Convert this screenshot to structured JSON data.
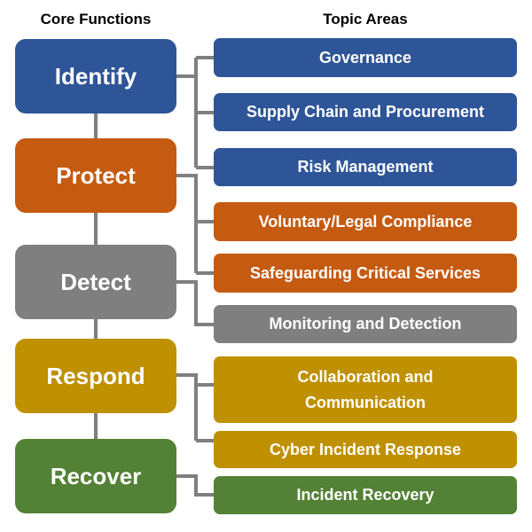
{
  "headers": {
    "core": "Core Functions",
    "topics": "Topic Areas"
  },
  "colors": {
    "identify": "#2e5597",
    "protect": "#c55a11",
    "detect": "#7f7f7f",
    "respond": "#bf9000",
    "recover": "#538135",
    "connector": "#7f7f7f"
  },
  "core_functions": [
    {
      "label": "Identify"
    },
    {
      "label": "Protect"
    },
    {
      "label": "Detect"
    },
    {
      "label": "Respond"
    },
    {
      "label": "Recover"
    }
  ],
  "topic_areas": [
    {
      "label": "Governance",
      "function": "Identify"
    },
    {
      "label": "Supply Chain and Procurement",
      "function": "Identify"
    },
    {
      "label": "Risk Management",
      "function": "Identify"
    },
    {
      "label": "Voluntary/Legal Compliance",
      "function": "Protect"
    },
    {
      "label": "Safeguarding Critical Services",
      "function": "Protect"
    },
    {
      "label": "Monitoring and Detection",
      "function": "Detect"
    },
    {
      "label": "Collaboration and Communication",
      "function": "Respond"
    },
    {
      "label": "Cyber Incident Response",
      "function": "Respond"
    },
    {
      "label": "Incident Recovery",
      "function": "Recover"
    }
  ]
}
